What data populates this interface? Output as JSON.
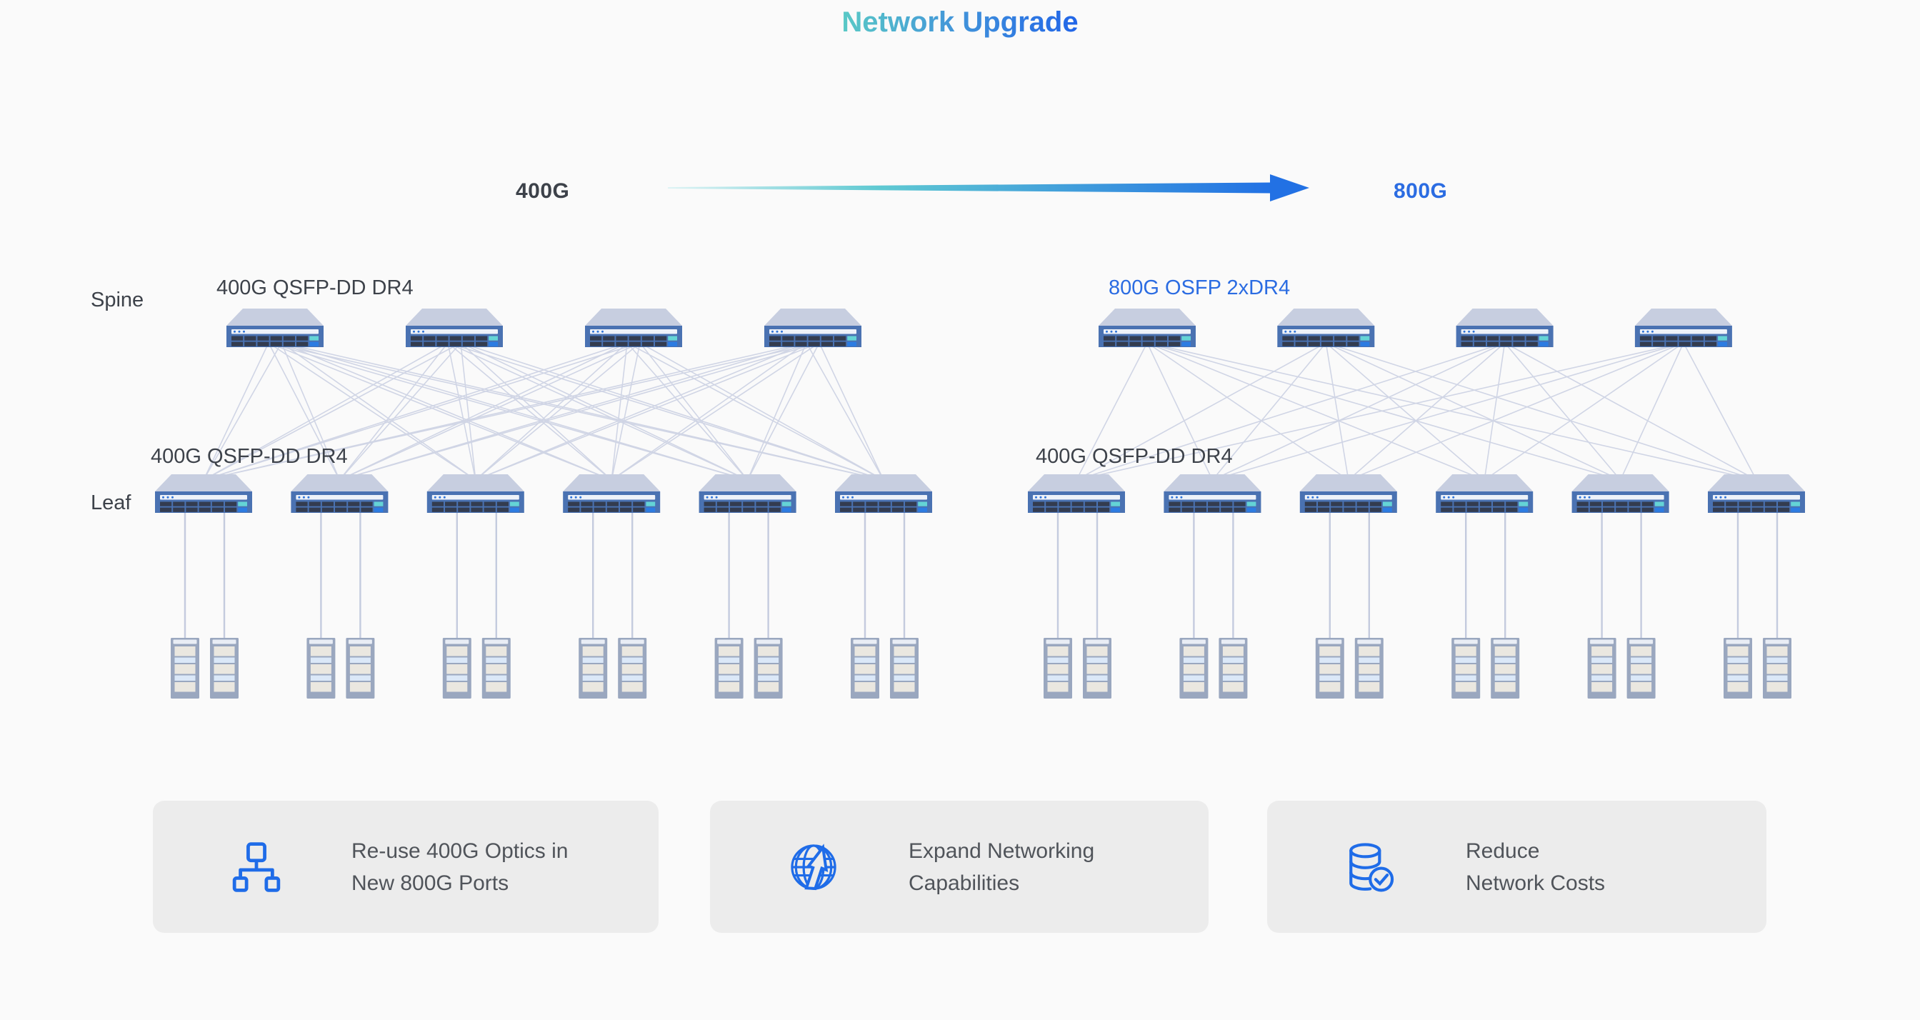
{
  "title": {
    "text": "Network Upgrade"
  },
  "transition": {
    "from_label": "400G",
    "to_label": "800G",
    "to_color": "#2b6ce2",
    "arrow_gradient": [
      "#def3f4",
      "#5fc9d2",
      "#2271e4"
    ]
  },
  "topology": {
    "row_labels": {
      "spine": "Spine",
      "leaf": "Leaf"
    },
    "fabrics": [
      {
        "id": "left-fabric",
        "spine_label": "400G QSFP-DD DR4",
        "spine_label_color": "#3d424a",
        "leaf_label": "400G QSFP-DD DR4",
        "spine_count": 4,
        "leaf_count": 6,
        "servers_per_leaf": 2,
        "links_per_spine_leaf": 2
      },
      {
        "id": "right-fabric",
        "spine_label": "800G OSFP 2xDR4",
        "spine_label_color": "#2b6ce2",
        "leaf_label": "400G QSFP-DD DR4",
        "spine_count": 4,
        "leaf_count": 6,
        "servers_per_leaf": 2,
        "links_per_spine_leaf": 1
      }
    ]
  },
  "cards": [
    {
      "icon": "topology-icon",
      "lines": [
        "Re-use 400G Optics in",
        "New 800G Ports"
      ]
    },
    {
      "icon": "globe-arrow-icon",
      "lines": [
        "Expand Networking",
        "Capabilities"
      ]
    },
    {
      "icon": "database-check-icon",
      "lines": [
        "Reduce",
        "Network Costs"
      ]
    }
  ],
  "colors": {
    "background": "#fafafa",
    "title_gradient": [
      "#59c9c6",
      "#4193da",
      "#2165e8"
    ],
    "switch_top": "#c7cee0",
    "switch_face": "#4a72b2",
    "switch_strip": "#eef2f9",
    "switch_dot": "#2f74d8",
    "switch_port": "#333c4f",
    "switch_accent_teal": "#64d4d6",
    "switch_accent_blue": "#2c7ce2",
    "link_line": "#c9cfe2",
    "server_line": "#c4cbde",
    "server_frame": "#9aa7bf",
    "server_cap": "#e9edf5",
    "server_bar_beige": "#eae7e0",
    "server_bar_blue": "#dbe8f8",
    "label_dark": "#3d424a",
    "label_blue": "#2b6ce2",
    "card_bg": "#ececec",
    "card_text": "#50545a",
    "icon_blue": "#1f6ce8"
  }
}
